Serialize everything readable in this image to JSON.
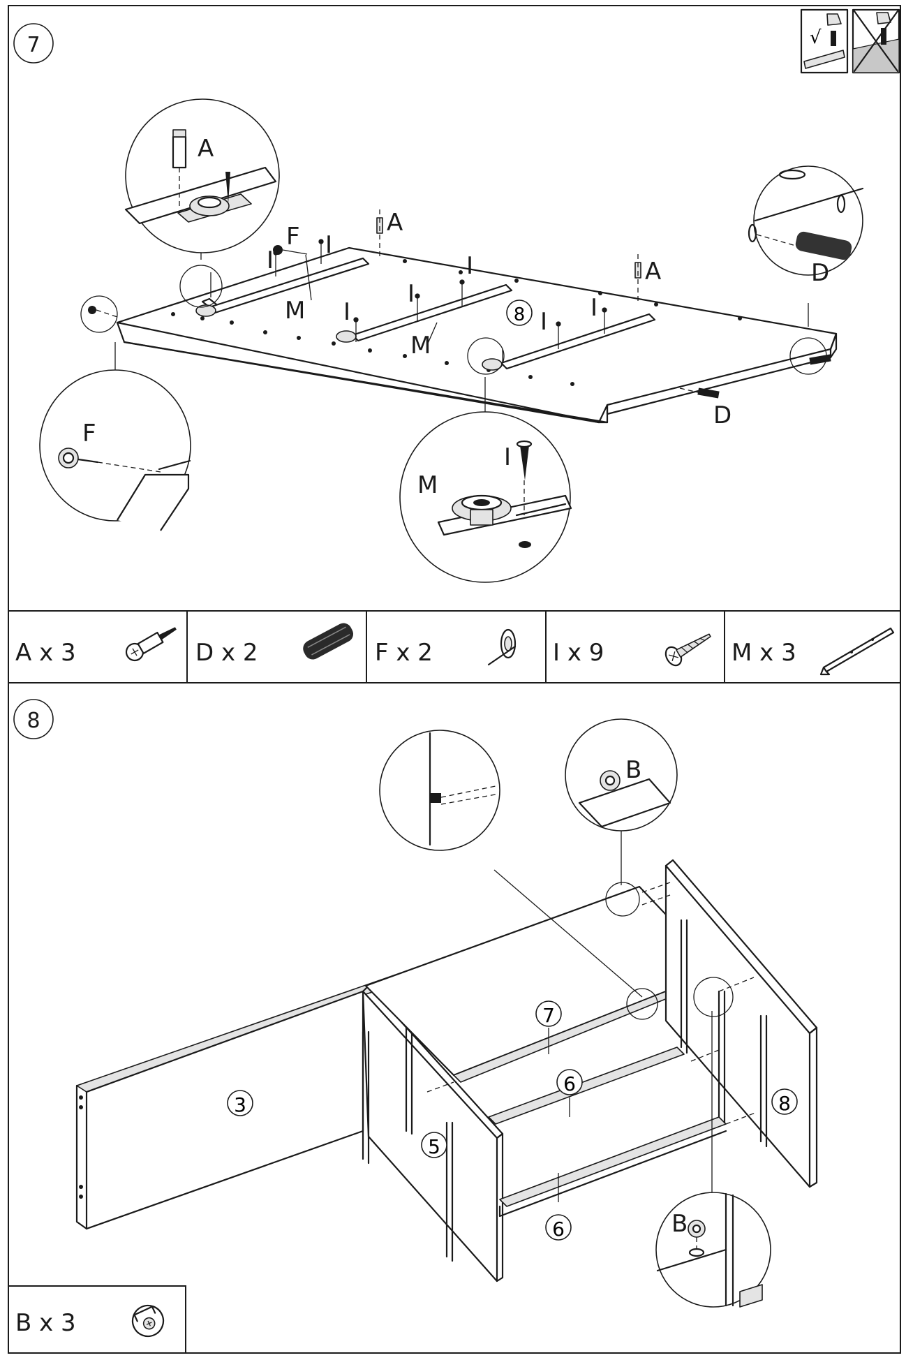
{
  "step7": {
    "number": "7",
    "labels": {
      "A": "A",
      "D": "D",
      "F": "F",
      "I": "I",
      "M": "M",
      "panel_ref": "8"
    }
  },
  "step7_parts": [
    {
      "code": "A",
      "qty_text": "A x 3",
      "icon": "cam-bolt-icon"
    },
    {
      "code": "D",
      "qty_text": "D x 2",
      "icon": "wooden-dowel-icon"
    },
    {
      "code": "F",
      "qty_text": "F x 2",
      "icon": "furniture-glide-nail-icon"
    },
    {
      "code": "I",
      "qty_text": "I x 9",
      "icon": "wood-screw-icon"
    },
    {
      "code": "M",
      "qty_text": "M x 3",
      "icon": "drawer-runner-icon"
    }
  ],
  "step8": {
    "number": "8",
    "panel_refs": {
      "p3": "3",
      "p5": "5",
      "p6a": "6",
      "p6b": "6",
      "p7": "7",
      "p8": "8"
    },
    "labels": {
      "B1": "B",
      "B2": "B"
    }
  },
  "step8_parts": [
    {
      "code": "B",
      "qty_text": "B x 3",
      "icon": "cam-lock-nut-icon"
    }
  ],
  "top_right_icons": [
    {
      "name": "correct-drill-orientation-icon",
      "mark": "√"
    },
    {
      "name": "wrong-drill-orientation-icon",
      "mark": "✕"
    }
  ]
}
